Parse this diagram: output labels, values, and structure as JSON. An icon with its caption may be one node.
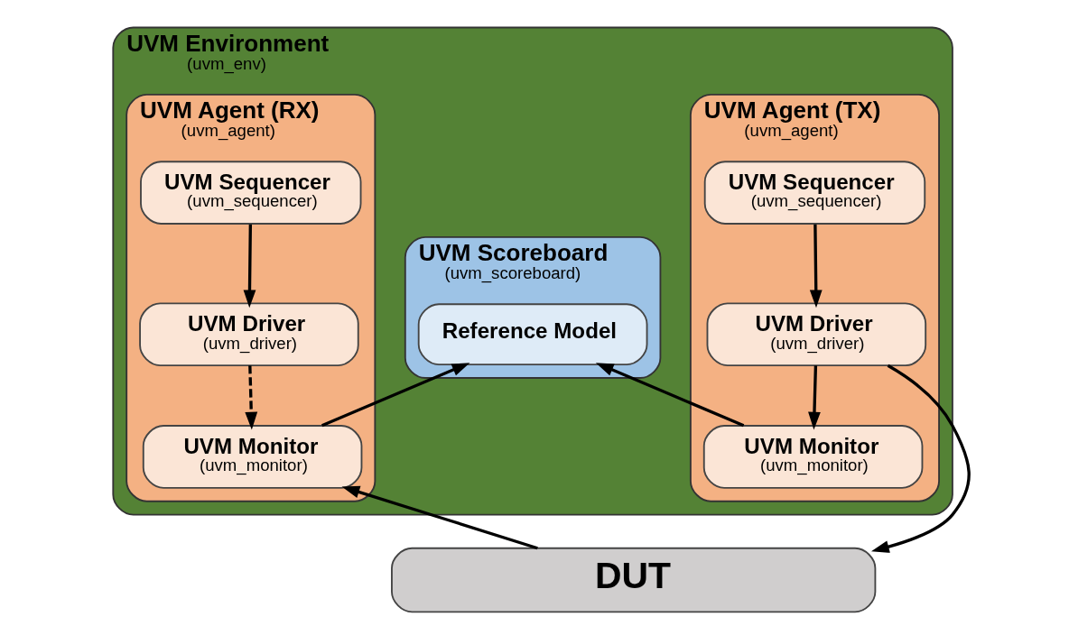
{
  "diagram": {
    "nodes": [
      {
        "text": [
          "UVM Environment",
          "(uvm_env)"
        ]
      },
      {
        "text": [
          "UVM Scoreboard",
          "(uvm_scoreboard)"
        ],
        "in": 0
      },
      {
        "text": [
          "Reference Model"
        ],
        "in": 1
      },
      {
        "text": [
          "UVM Agent (TX)",
          "(uvm_agent)"
        ],
        "in": 0
      },
      {
        "text": [
          "UVM Sequencer",
          "(uvm_sequencer)"
        ],
        "in": 3
      },
      {
        "text": [
          "UVM Driver",
          "(uvm_driver)"
        ],
        "in": 3
      },
      {
        "text": [
          "UVM Monitor",
          "(uvm_monitor)"
        ],
        "in": 3
      },
      {
        "text": [
          "UVM Agent (RX)",
          "(uvm_agent)"
        ],
        "in": 0
      },
      {
        "text": [
          "UVM Sequencer",
          "(uvm_sequencer)"
        ],
        "in": 7
      },
      {
        "text": [
          "UVM Driver",
          "(uvm_driver)"
        ],
        "in": 7
      },
      {
        "text": [
          "UVM Monitor",
          "(uvm_monitor)"
        ],
        "in": 7
      },
      {
        "text": [
          "DUT"
        ]
      }
    ],
    "edges": [
      {
        "from": 4,
        "to": 5,
        "arrow": "to"
      },
      {
        "from": 5,
        "to": 6,
        "arrow": "to"
      },
      {
        "from": 5,
        "to": 11,
        "arrow": "to"
      },
      {
        "from": 6,
        "to": 2,
        "arrow": "to"
      },
      {
        "from": 8,
        "to": 9,
        "arrow": "to"
      },
      {
        "from": 9,
        "to": 10,
        "arrow": "to",
        "style": "dashed"
      },
      {
        "from": 11,
        "to": 10,
        "arrow": "to"
      },
      {
        "from": 10,
        "to": 2,
        "arrow": "to"
      }
    ]
  }
}
